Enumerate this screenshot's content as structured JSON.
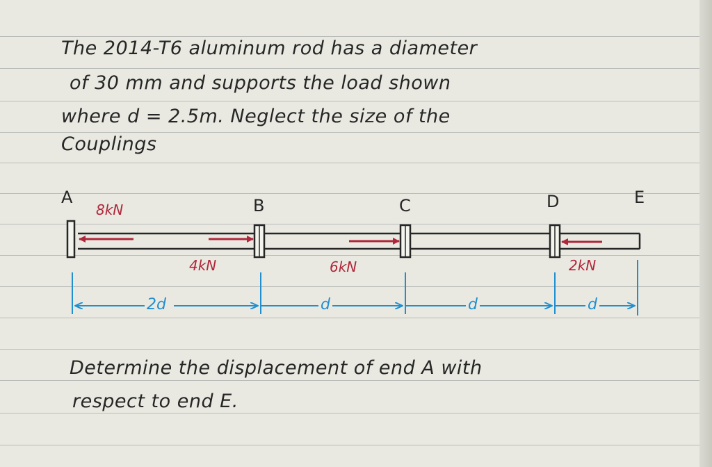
{
  "problem": {
    "lines": [
      "The 2014-T6 aluminum rod has a diameter",
      "of 30 mm and supports the load shown",
      "where d = 2.5m. Neglect the size of the",
      "Couplings"
    ]
  },
  "points": [
    "A",
    "B",
    "C",
    "D",
    "E"
  ],
  "loads": {
    "a": "8kN",
    "b": "4kN",
    "c": "6kN",
    "d": "2kN"
  },
  "dimensions": {
    "ab": "2d",
    "bc": "d",
    "cd": "d",
    "de": "d"
  },
  "question": {
    "lines": [
      "Determine the displacement of end A with",
      "respect to end E."
    ]
  },
  "colors": {
    "load": "#b0263a",
    "dimension": "#1f8fd0",
    "ink": "#262626"
  }
}
